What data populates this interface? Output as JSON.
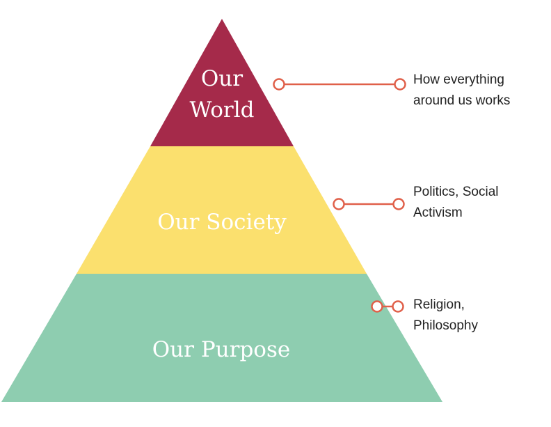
{
  "tiers": [
    {
      "label_lines": [
        "Our",
        "World"
      ],
      "color": "#A52A4A"
    },
    {
      "label_lines": [
        "Our Society"
      ],
      "color": "#FBE06E"
    },
    {
      "label_lines": [
        "Our Purpose"
      ],
      "color": "#8ECDB0"
    }
  ],
  "annotations": [
    {
      "lines": [
        "How everything",
        "around us works"
      ]
    },
    {
      "lines": [
        "Politics, Social",
        "Activism"
      ]
    },
    {
      "lines": [
        "Religion,",
        "Philosophy"
      ]
    }
  ],
  "connector_color": "#E0604A"
}
